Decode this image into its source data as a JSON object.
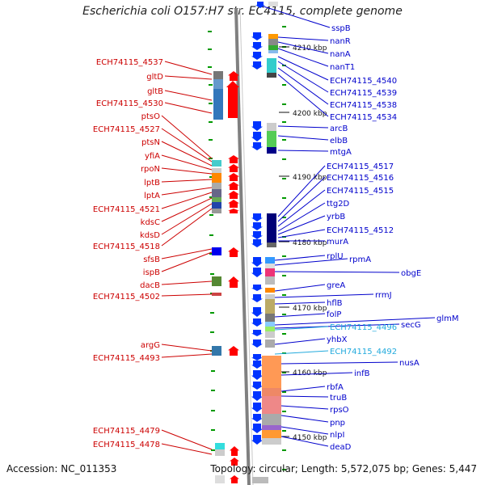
{
  "title": "Escherichia coli O157:H7 str. EC4115, complete genome",
  "footer": {
    "accession": "Accession: NC_011353",
    "topology": "Topology: circular; Length: 5,572,075 bp; Genes: 5,447"
  },
  "colors": {
    "left_label": "#cc0000",
    "right_label": "#0000cc",
    "highlight_label": "#22aadd",
    "backbone": "#808080",
    "tick": "#009900",
    "forward_arrow": "#ff0000",
    "reverse_arrow": "#0033ff"
  },
  "scale_labels": [
    "4210 kbp",
    "4200 kbp",
    "4190 kbp",
    "4180 kbp",
    "4170 kbp",
    "4160 kbp",
    "4150 kbp"
  ],
  "left_labels": [
    "ECH74115_4537",
    "gltD",
    "gltB",
    "ECH74115_4530",
    "ptsO",
    "ECH74115_4527",
    "ptsN",
    "yfiA",
    "rpoN",
    "lptB",
    "lptA",
    "ECH74115_4521",
    "kdsC",
    "kdsD",
    "ECH74115_4518",
    "sfsB",
    "ispB",
    "dacB",
    "ECH74115_4502",
    "argG",
    "ECH74115_4493",
    "ECH74115_4479",
    "ECH74115_4478"
  ],
  "right_labels": [
    "sspB",
    "nanR",
    "nanA",
    "nanT1",
    "ECH74115_4540",
    "ECH74115_4539",
    "ECH74115_4538",
    "ECH74115_4534",
    "arcB",
    "elbB",
    "mtgA",
    "ECH74115_4517",
    "ECH74115_4516",
    "ECH74115_4515",
    "ttg2D",
    "yrbB",
    "ECH74115_4512",
    "murA",
    "rplU",
    "rpmA",
    "obgE",
    "greA",
    "rrmJ",
    "hflB",
    "folP",
    "glmM",
    "secG",
    "ECH74115_4496",
    "yhbX",
    "ECH74115_4492",
    "nusA",
    "infB",
    "rbfA",
    "truB",
    "rpsO",
    "pnp",
    "nlpI",
    "deaD"
  ]
}
